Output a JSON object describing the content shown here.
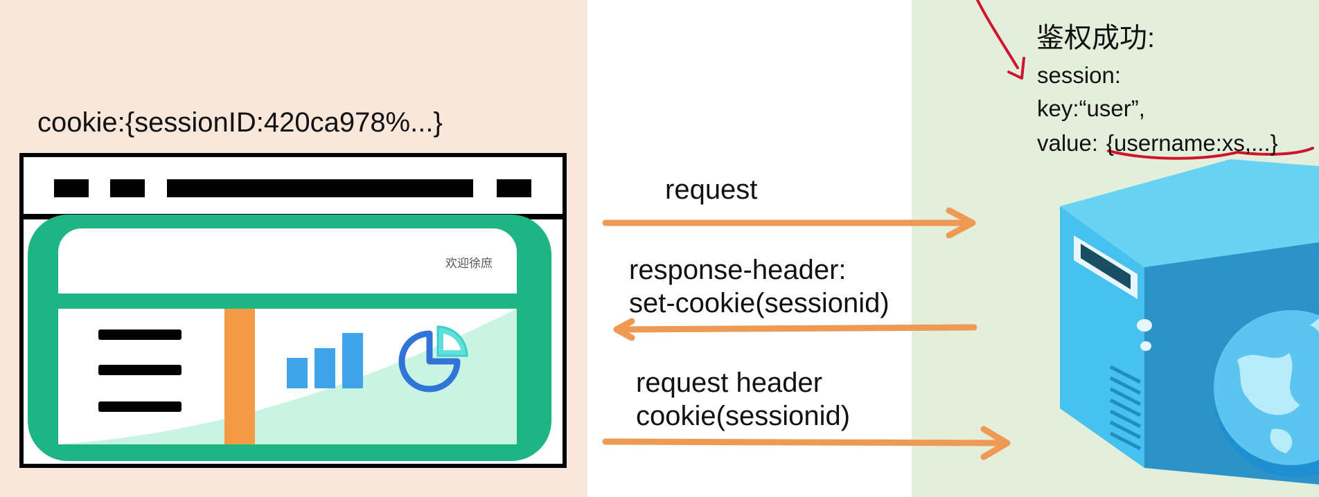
{
  "client": {
    "cookie_label": "cookie:{sessionID:420ca978%...}",
    "welcome_text": "欢迎徐庶"
  },
  "flow": {
    "request_label": "request",
    "response_label_line1": "response-header:",
    "response_label_line2": "set-cookie(sessionid)",
    "request_header_line1": "request header",
    "request_header_line2": "cookie(sessionid)"
  },
  "server": {
    "auth_title": "鉴权成功:",
    "session_line": "session:",
    "key_line": "key:“user”,",
    "value_prefix": "value:",
    "value_body": "{username:xs,...}"
  },
  "colors": {
    "client_bg": "#f9e7dc",
    "server_bg": "#e4efdb",
    "arrow": "#ee9a55",
    "app_green": "#1db584",
    "sidebar_orange": "#f39a47",
    "annotation_red": "#d0142c",
    "server_blue": "#37b6e8"
  },
  "icons": {
    "bar_chart": "bar-chart-icon",
    "pie_chart": "pie-chart-icon",
    "server": "server-icon",
    "globe": "globe-icon"
  }
}
